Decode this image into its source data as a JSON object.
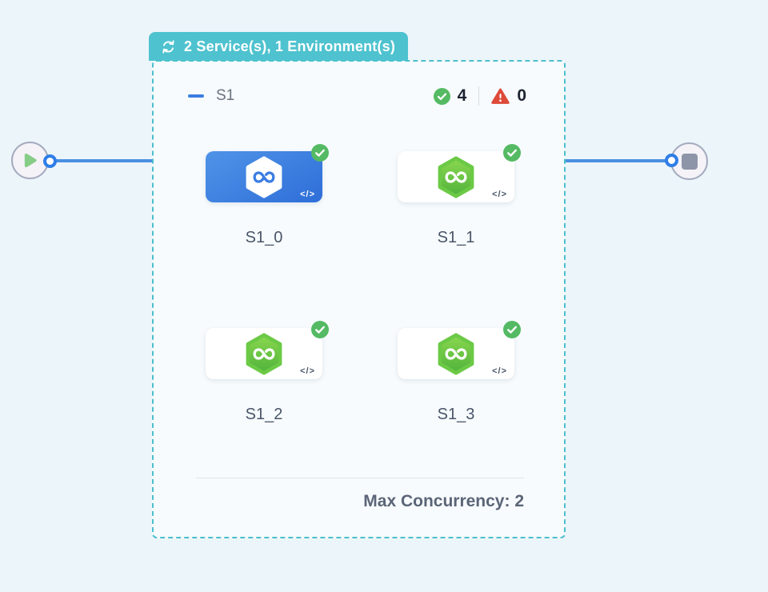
{
  "header_badge": {
    "label": "2 Service(s), 1 Environment(s)"
  },
  "service_group": {
    "name": "S1",
    "success_count": "4",
    "error_count": "0",
    "max_concurrency": "Max Concurrency: 2",
    "code_glyph": "</>",
    "instances": [
      {
        "label": "S1_0",
        "selected": true,
        "status": "success"
      },
      {
        "label": "S1_1",
        "selected": false,
        "status": "success"
      },
      {
        "label": "S1_2",
        "selected": false,
        "status": "success"
      },
      {
        "label": "S1_3",
        "selected": false,
        "status": "success"
      }
    ]
  },
  "colors": {
    "teal_accent": "#4ec2cf",
    "success_green": "#54ba63",
    "error_red": "#dd4a38",
    "selected_blue": "#2e6ed8",
    "edge_blue": "#4a90e2"
  }
}
